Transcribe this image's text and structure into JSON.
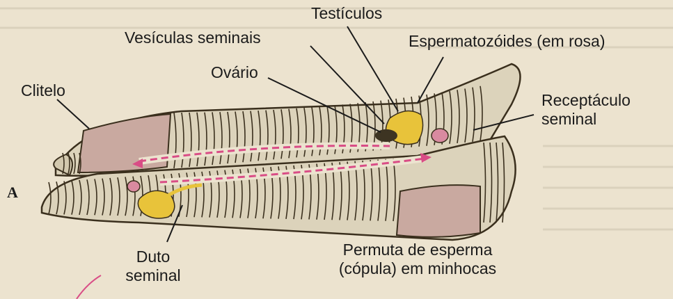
{
  "panel_letter": "A",
  "labels": {
    "testiculos": "Testículos",
    "vesiculas": "Vesículas seminais",
    "espermatozoides": "Espermatozóides (em rosa)",
    "ovario": "Ovário",
    "clitelo": "Clitelo",
    "receptaculo_1": "Receptáculo",
    "receptaculo_2": "seminal",
    "duto_1": "Duto",
    "duto_2": "seminal",
    "permuta_1": "Permuta de esperma",
    "permuta_2": "(cópula) em minhocas"
  },
  "colors": {
    "background": "#ece3cf",
    "worm_body": "#dcd3bb",
    "segment_line": "#3a2f1d",
    "clitellum": "#c9a9a0",
    "sperm": "#d94d86",
    "organ_yellow": "#e8c33a"
  }
}
